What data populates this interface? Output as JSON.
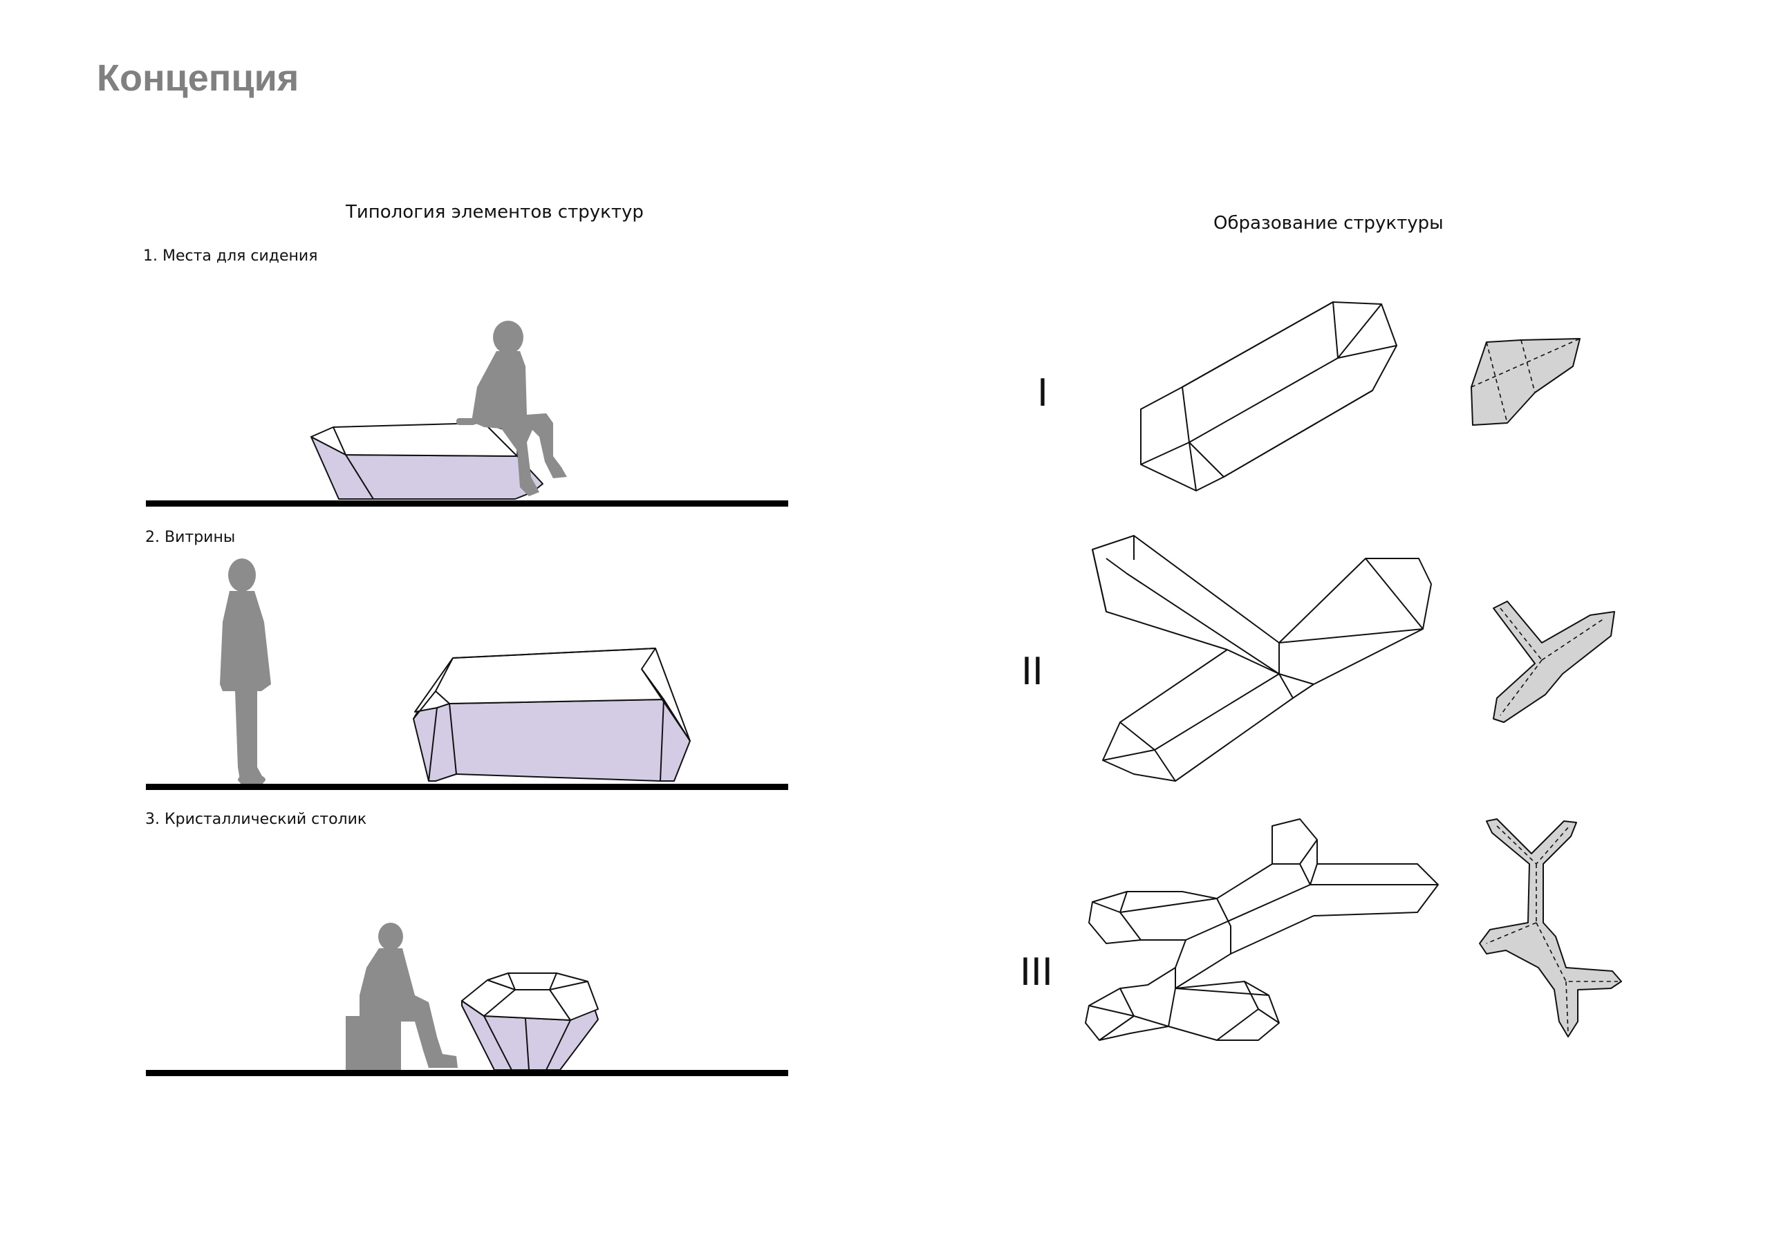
{
  "page": {
    "title": "Концепция"
  },
  "typology": {
    "title": "Типология элементов структур",
    "items": [
      {
        "label": "1. Места для сидения"
      },
      {
        "label": "2. Витрины"
      },
      {
        "label": "3. Кристаллический столик"
      }
    ]
  },
  "structure": {
    "title": "Образование структуры",
    "stages": [
      {
        "numeral": "I"
      },
      {
        "numeral": "II"
      },
      {
        "numeral": "III"
      }
    ]
  },
  "colors": {
    "heading": "#808080",
    "crystal_fill": "#d4cbe5",
    "module_fill": "#d3d3d3",
    "silhouette": "#8c8c8c",
    "ground_line": "#000000"
  }
}
